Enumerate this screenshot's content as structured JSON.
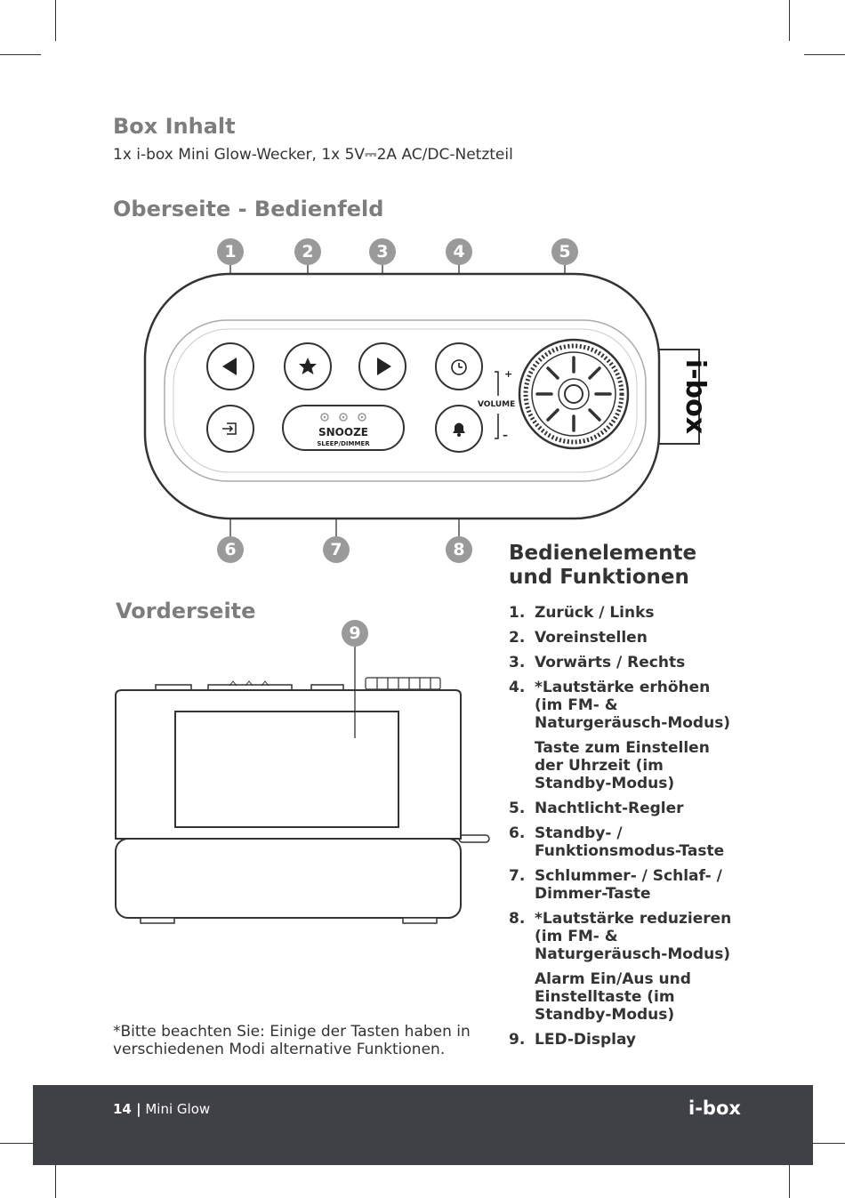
{
  "box": {
    "title": "Box Inhalt",
    "contents": "1x i-box Mini Glow-Wecker, 1x 5V⎓2A AC/DC-Netzteil"
  },
  "top_panel": {
    "title": "Oberseite - Bedienfeld",
    "callouts": [
      "1",
      "2",
      "3",
      "4",
      "5",
      "6",
      "7",
      "8"
    ],
    "snooze_label": "SNOOZE",
    "sleep_dimmer_label": "SLEEP/DIMMER",
    "volume_label": "VOLUME",
    "volume_plus": "+",
    "volume_minus": "–",
    "brand_logo": "i-box"
  },
  "front": {
    "title": "Vorderseite",
    "callout": "9"
  },
  "functions": {
    "title": "Bedienelemente und Funktionen",
    "items": [
      {
        "num": "1.",
        "text": "Zurück / Links"
      },
      {
        "num": "2.",
        "text": "Voreinstellen"
      },
      {
        "num": "3.",
        "text": "Vorwärts / Rechts"
      },
      {
        "num": "4.",
        "text": "*Lautstärke erhöhen (im FM- & Naturgeräusch-Modus)",
        "extra": "Taste zum Einstellen der Uhrzeit (im Standby-Modus)"
      },
      {
        "num": "5.",
        "text": "Nachtlicht-Regler"
      },
      {
        "num": "6.",
        "text": "Standby- / Funktionsmodus-Taste"
      },
      {
        "num": "7.",
        "text": "Schlummer- / Schlaf- / Dimmer-Taste"
      },
      {
        "num": "8.",
        "text": "*Lautstärke reduzieren (im FM- & Naturgeräusch-Modus)",
        "extra": "Alarm Ein/Aus und Einstelltaste (im Standby-Modus)"
      },
      {
        "num": "9.",
        "text": "LED-Display"
      }
    ]
  },
  "note": "*Bitte beachten Sie: Einige der Tasten haben in verschiedenen Modi alternative Funktionen.",
  "footer": {
    "page": "14 |",
    "product": "Mini Glow",
    "brand": "i-box"
  }
}
